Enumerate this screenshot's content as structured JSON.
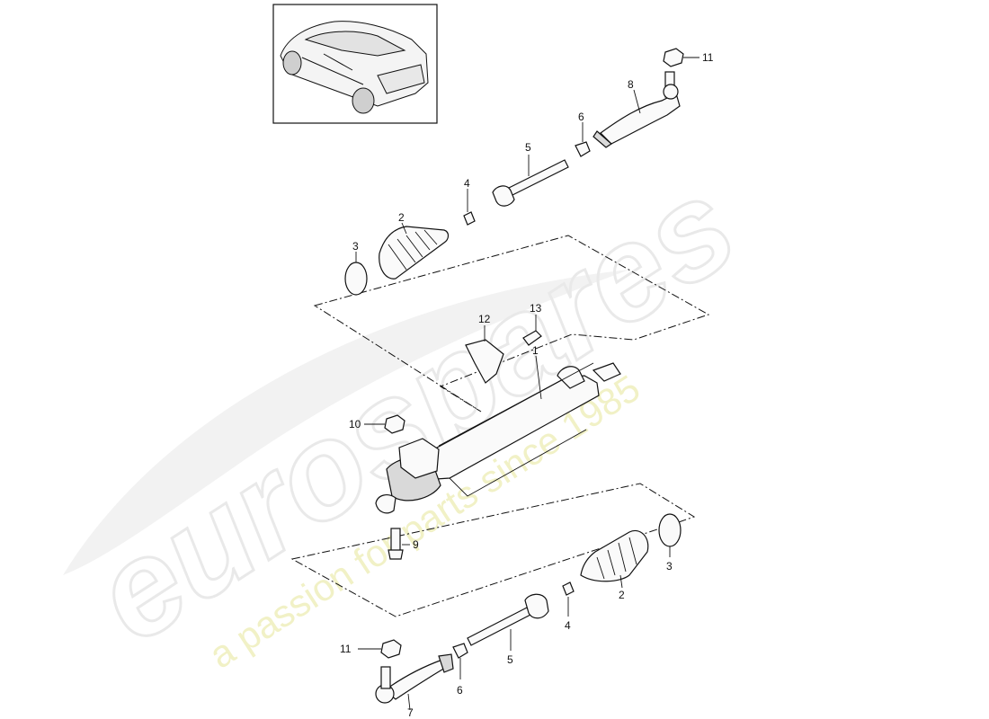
{
  "watermark": {
    "brand": "eurospares",
    "tagline": "a passion for parts since 1985",
    "brand_color": "#e9e9e9",
    "tagline_color": "#f1f1c6"
  },
  "callouts": {
    "c1": "1",
    "c2_top": "2",
    "c2_bottom": "2",
    "c3_top": "3",
    "c3_bottom": "3",
    "c4_top": "4",
    "c4_bottom": "4",
    "c5_top": "5",
    "c5_bottom": "5",
    "c6_top": "6",
    "c6_bottom": "6",
    "c7": "7",
    "c8": "8",
    "c9": "9",
    "c10": "10",
    "c11_top": "11",
    "c11_bottom": "11",
    "c12": "12",
    "c13": "13"
  }
}
